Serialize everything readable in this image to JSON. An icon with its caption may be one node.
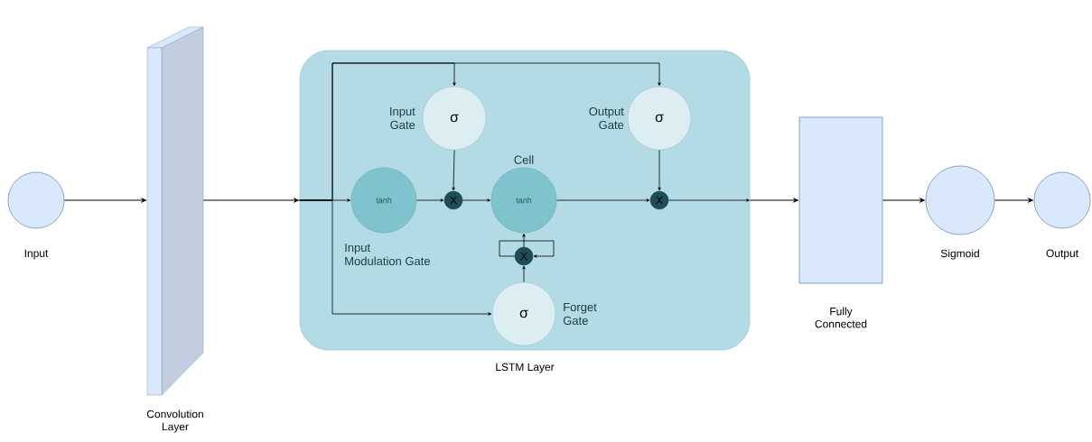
{
  "diagram": {
    "nodes": [
      {
        "text": [
          "Input"
        ]
      },
      {
        "text": [
          "Convolution Layer"
        ]
      },
      {
        "text": [
          "LSTM Layer"
        ]
      },
      {
        "text": [
          "σ"
        ],
        "beside": [
          "Input Gate"
        ],
        "in": 2
      },
      {
        "text": [
          "σ"
        ],
        "beside": [
          "Output Gate"
        ],
        "in": 2
      },
      {
        "text": [
          "tanh"
        ],
        "beside": [
          "Input Modulation Gate"
        ],
        "in": 2
      },
      {
        "text": [
          "X"
        ],
        "in": 2
      },
      {
        "text": [
          "tanh"
        ],
        "beside": [
          "Cell"
        ],
        "in": 2
      },
      {
        "text": [
          "X"
        ],
        "in": 2
      },
      {
        "text": [
          "X"
        ],
        "in": 2
      },
      {
        "text": [
          "σ"
        ],
        "beside": [
          "Forget Gate"
        ],
        "in": 2
      },
      {
        "text": [
          "Fully Connected"
        ]
      },
      {
        "text": [
          "Sigmoid"
        ]
      },
      {
        "text": [
          "Output"
        ]
      }
    ],
    "edges": [
      {
        "from": 0,
        "to": 1,
        "arrow": "to"
      },
      {
        "from": 1,
        "to": 2,
        "arrow": "to"
      },
      {
        "from": 2,
        "to": 5,
        "arrow": "to"
      },
      {
        "from": 2,
        "to": 3,
        "arrow": "to"
      },
      {
        "from": 2,
        "to": 4,
        "arrow": "to"
      },
      {
        "from": 2,
        "to": 10,
        "arrow": "to"
      },
      {
        "from": 3,
        "to": 6,
        "arrow": "to"
      },
      {
        "from": 5,
        "to": 6,
        "arrow": "to"
      },
      {
        "from": 6,
        "to": 7,
        "arrow": "to"
      },
      {
        "from": 10,
        "to": 8,
        "arrow": "to"
      },
      {
        "from": 8,
        "to": 7,
        "arrow": "to"
      },
      {
        "from": 8,
        "to": 8,
        "arrow": "to"
      },
      {
        "from": 7,
        "to": 9,
        "arrow": "to"
      },
      {
        "from": 4,
        "to": 9,
        "arrow": "to"
      },
      {
        "from": 9,
        "to": 2,
        "arrow": "to"
      },
      {
        "from": 2,
        "to": 11,
        "arrow": "to"
      },
      {
        "from": 11,
        "to": 12,
        "arrow": "to"
      },
      {
        "from": 12,
        "to": 13,
        "arrow": "to"
      }
    ]
  }
}
